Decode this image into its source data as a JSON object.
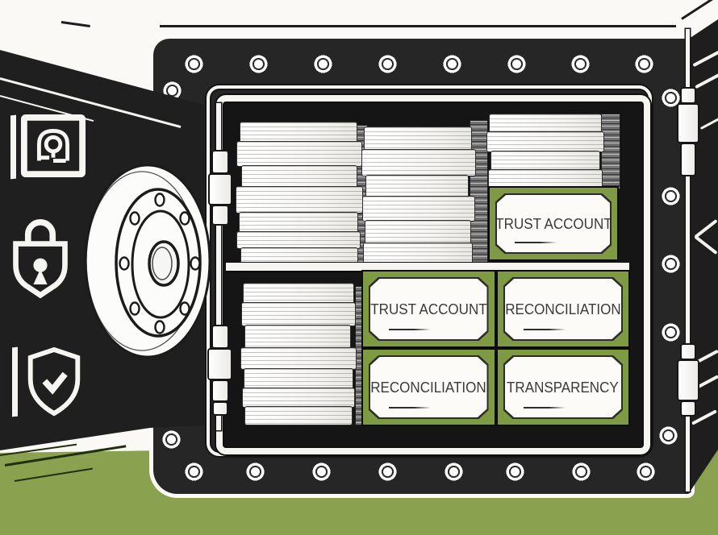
{
  "scene": {
    "description": "Open bank vault illustration with document stacks and labeled cards",
    "colors": {
      "card_green": "#7e9a43",
      "floor_green": "#8aa24f",
      "ink_black": "#242424",
      "paper_white": "#faf9f6"
    }
  },
  "cards": {
    "shelf_top": {
      "label": "TRUST ACCOUNT"
    },
    "grid": [
      {
        "label": "TRUST ACCOUNT"
      },
      {
        "label": "RECONCILIATION"
      },
      {
        "label": "RECONCILIATION"
      },
      {
        "label": "TRANSPARENCY"
      }
    ]
  },
  "icons": {
    "door": [
      "safe-dial-icon",
      "padlock-icon",
      "shield-check-icon"
    ]
  }
}
